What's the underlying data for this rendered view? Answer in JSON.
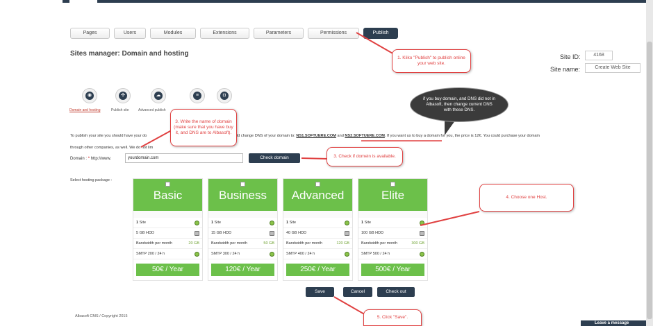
{
  "tabs": [
    "Pages",
    "Users",
    "Modules",
    "Extensions",
    "Parameters",
    "Permissions",
    "Publish"
  ],
  "title": "Sites manager: Domain and hosting",
  "site": {
    "id_label": "Site ID:",
    "id_value": "4168",
    "name_label": "Site name:",
    "name_value": "Create Web Site"
  },
  "steps": [
    {
      "label": "Domain and hosting",
      "icon": "globe-icon"
    },
    {
      "label": "Publish site",
      "icon": "settings-icon"
    },
    {
      "label": "Advanced publish",
      "icon": "cloud-upload-icon"
    },
    {
      "label": "",
      "icon": "database-icon"
    },
    {
      "label": "",
      "icon": "camera-icon"
    }
  ],
  "intro": {
    "line1_a": "To publish your site you should have your do",
    "line1_b": "Also, you should change DNS of your domain to:",
    "ns1": "NS1.SOFTUERE.COM",
    "and": "and",
    "ns2": "NS2.SOFTUERE.COM",
    "line1_c": ". If you want us to buy a domain for you, the price is 12€. You could purchase your domain",
    "line2": "through other companies, as well. We do not lim"
  },
  "domain": {
    "label": "Domain :",
    "required": "*",
    "prefix": "http://www.",
    "value": "yourdomain.com",
    "check_button": "Check domain"
  },
  "hosting_label": "Select hosting package :",
  "packages": [
    {
      "name": "Basic",
      "sites": "1",
      "sites_label": "Site",
      "hdd": "5 GB HDD",
      "bw_label": "Bandwidth per month",
      "bw": "20 GB",
      "smtp": "SMTP 200 / 24 h",
      "price": "50€ / Year"
    },
    {
      "name": "Business",
      "sites": "1",
      "sites_label": "Site",
      "hdd": "15 GB HDD",
      "bw_label": "Bandwidth per month",
      "bw": "50 GB",
      "smtp": "SMTP 300 / 24 h",
      "price": "120€ / Year"
    },
    {
      "name": "Advanced",
      "sites": "1",
      "sites_label": "Site",
      "hdd": "40 GB HDD",
      "bw_label": "Bandwidth per month",
      "bw": "120 GB",
      "smtp": "SMTP 400 / 24 h",
      "price": "250€ / Year"
    },
    {
      "name": "Elite",
      "sites": "1",
      "sites_label": "Site",
      "hdd": "100 GB HDD",
      "bw_label": "Bandwidth per month",
      "bw": "300 GB",
      "smtp": "SMTP 500 / 24 h",
      "price": "500€ / Year"
    }
  ],
  "buttons": {
    "save": "Save",
    "cancel": "Cancel",
    "checkout": "Check out"
  },
  "footer": "Albasoft CMS / Copyright 2015",
  "chat": "Leave a message",
  "callouts": {
    "c1": "1. Kliko \"Publish\" to publish online your web site.",
    "c2": "if you buy domain, and DNS did not in Albasoft, then change current DNS with these DNS.",
    "c3": "3. Write the name of domain (make sure that you have buy it, and DNS are to Albasoft).",
    "c4": "3. Check if domein is available.",
    "c5": "4. Choose one Host.",
    "c6": "5. Click \"Save\"."
  },
  "colors": {
    "dark": "#2d3e50",
    "green": "#6cc04a",
    "callout": "#e04040"
  }
}
